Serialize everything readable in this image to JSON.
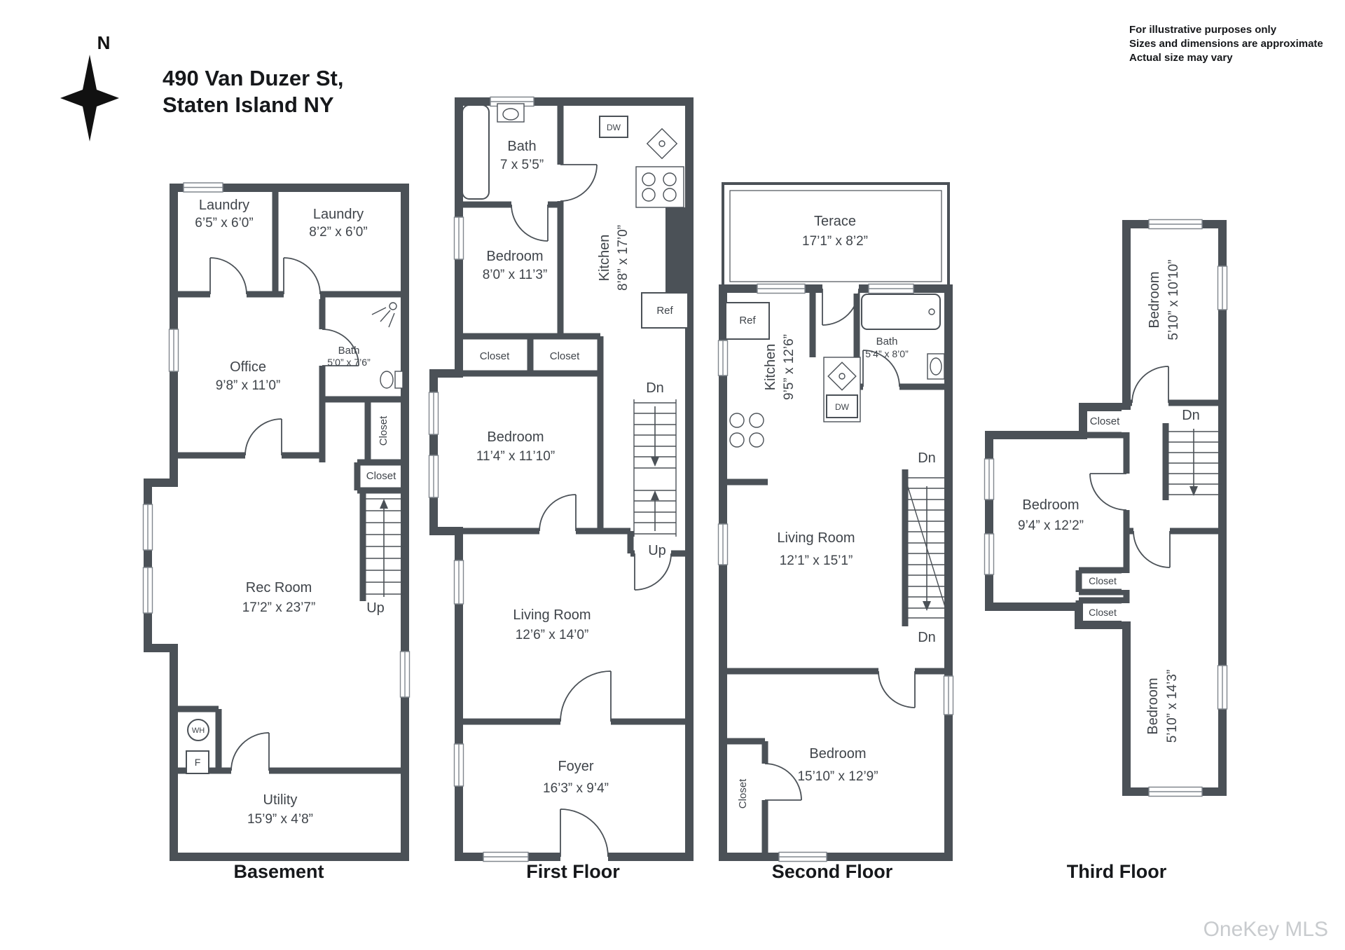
{
  "header": {
    "compass_label": "N",
    "address_line1": "490 Van Duzer St,",
    "address_line2": "Staten Island NY",
    "disclaimer_line1": "For illustrative purposes only",
    "disclaimer_line2": "Sizes and dimensions are approximate",
    "disclaimer_line3": "Actual size may vary"
  },
  "watermark": "OneKey MLS",
  "colors": {
    "wall": "#4b5157",
    "text": "#3f444a",
    "watermark": "#c8cbce"
  },
  "floors": {
    "basement": {
      "title": "Basement",
      "laundry1": {
        "label": "Laundry",
        "dims": "6’5” x 6’0”"
      },
      "laundry2": {
        "label": "Laundry",
        "dims": "8’2” x 6’0”"
      },
      "office": {
        "label": "Office",
        "dims": "9’8” x 11’0”"
      },
      "bath": {
        "label": "Bath",
        "dims": "5’0” x 7’6”"
      },
      "closet_side": {
        "label": "Closet"
      },
      "closet_small": {
        "label": "Closet"
      },
      "rec_room": {
        "label": "Rec Room",
        "dims": "17’2” x 23’7”"
      },
      "stairs_up": "Up",
      "water_heater": "WH",
      "furnace": "F",
      "utility": {
        "label": "Utility",
        "dims": "15’9” x 4’8”"
      }
    },
    "first": {
      "title": "First Floor",
      "bath": {
        "label": "Bath",
        "dims": "7 x 5’5”"
      },
      "dishwasher": "DW",
      "bedroom1": {
        "label": "Bedroom",
        "dims": "8’0” x 11’3”"
      },
      "kitchen": {
        "label": "Kitchen",
        "dims": "8’8” x 17’0”"
      },
      "fridge": "Ref",
      "closet1": {
        "label": "Closet"
      },
      "closet2": {
        "label": "Closet"
      },
      "bedroom2": {
        "label": "Bedroom",
        "dims": "11’4” x 11’10”"
      },
      "stairs_dn": "Dn",
      "stairs_up": "Up",
      "living": {
        "label": "Living Room",
        "dims": "12’6” x 14’0”"
      },
      "foyer": {
        "label": "Foyer",
        "dims": "16’3” x 9’4”"
      }
    },
    "second": {
      "title": "Second Floor",
      "terrace": {
        "label": "Terace",
        "dims": "17’1” x 8’2”"
      },
      "fridge": "Ref",
      "kitchen": {
        "label": "Kitchen",
        "dims": "9’5” x 12’6”"
      },
      "dishwasher": "DW",
      "bath": {
        "label": "Bath",
        "dims": "5’4” x 8’0”"
      },
      "stairs_dn_upper": "Dn",
      "stairs_dn_lower": "Dn",
      "living": {
        "label": "Living Room",
        "dims": "12’1” x 15’1”"
      },
      "closet": {
        "label": "Closet"
      },
      "bedroom": {
        "label": "Bedroom",
        "dims": "15’10” x 12’9”"
      }
    },
    "third": {
      "title": "Third Floor",
      "bedroom1": {
        "label": "Bedroom",
        "dims": "5’10” x 10’10”"
      },
      "closet1": {
        "label": "Closet"
      },
      "stairs_dn": "Dn",
      "bedroom2": {
        "label": "Bedroom",
        "dims": "9’4” x 12’2”"
      },
      "closet2": {
        "label": "Closet"
      },
      "closet3": {
        "label": "Closet"
      },
      "bedroom3": {
        "label": "Bedroom",
        "dims": "5’10” x 14’3”"
      }
    }
  }
}
